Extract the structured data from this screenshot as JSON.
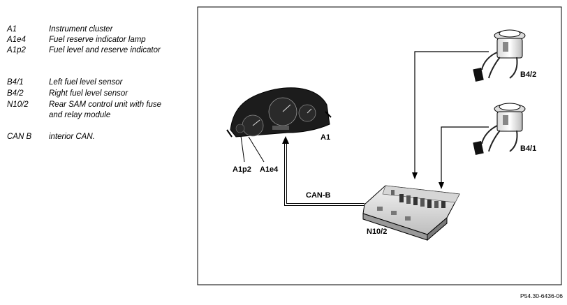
{
  "legend": [
    {
      "code": "A1",
      "desc": "Instrument cluster"
    },
    {
      "code": "A1e4",
      "desc": "Fuel reserve indicator lamp"
    },
    {
      "code": "A1p2",
      "desc": "Fuel level and reserve indicator"
    },
    {
      "code": "B4/1",
      "desc": "Left fuel level sensor"
    },
    {
      "code": "B4/2",
      "desc": "Right fuel level sensor"
    },
    {
      "code": "N10/2",
      "desc": "Rear SAM control unit with fuse",
      "desc2": "and relay module"
    },
    {
      "code": "CAN B",
      "desc": "interior CAN."
    }
  ],
  "diagram": {
    "cluster_label": "A1",
    "a1p2_label": "A1p2",
    "a1e4_label": "A1e4",
    "can_label": "CAN-B",
    "sam_label": "N10/2",
    "sensor_right_label": "B4/2",
    "sensor_left_label": "B4/1"
  },
  "reference_code": "P54.30-6436-06"
}
